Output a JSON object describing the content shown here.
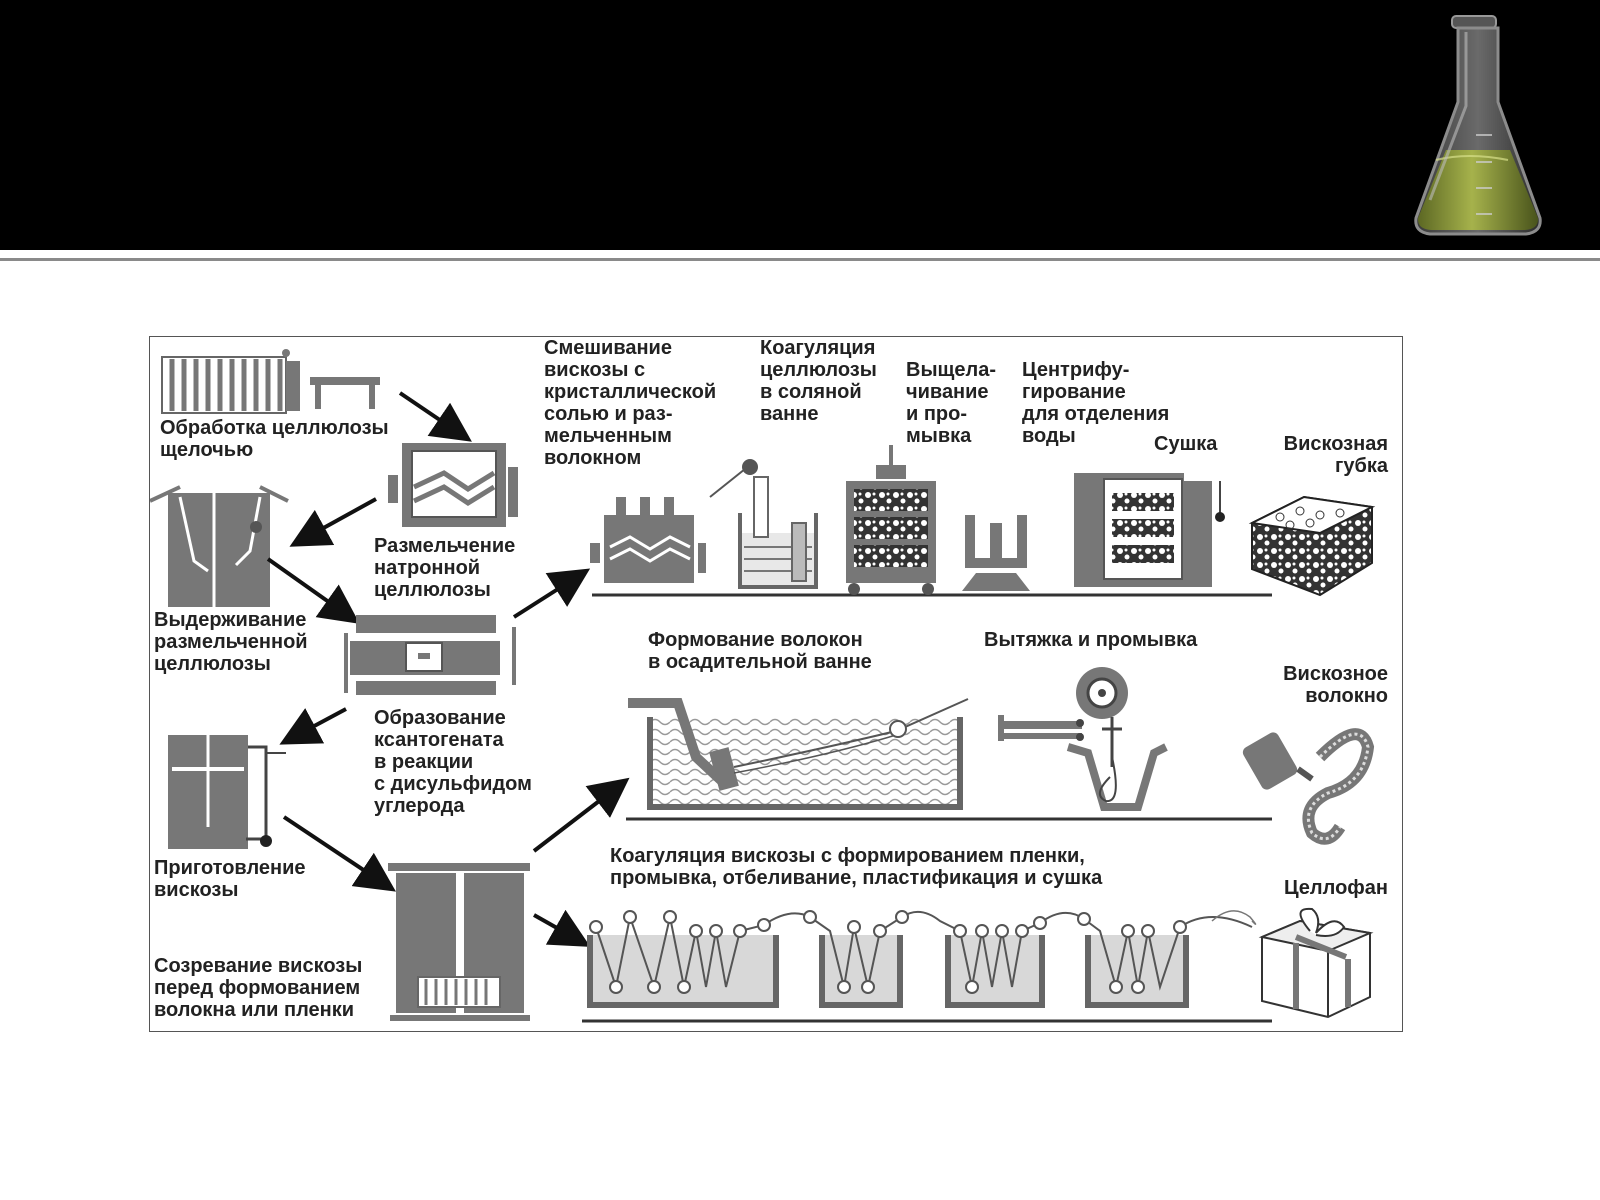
{
  "labels": {
    "alkali": "Обработка целлюлозы\nщелочью",
    "grinding": "Размельчение\nнатронной\nцеллюлозы",
    "aging": "Выдерживание\nразмельченной\nцеллюлозы",
    "xanthate": "Образование\nксантогената\nв реакции\nс дисульфидом\nуглерода",
    "viscose_prep": "Приготовление\nвискозы",
    "ripening": "Созревание вискозы\nперед формованием\nволокна или пленки",
    "mixing": "Смешивание\nвискозы с\nкристаллической\nсолью и раз-\nмельченным\nволокном",
    "coagulation_salt": "Коагуляция\nцеллюлозы\nв соляной\nванне",
    "leaching": "Выщела-\nчивание\nи про-\nмывка",
    "centrifuge": "Центрифу-\nгирование\nдля отделения\nводы",
    "drying": "Сушка",
    "sponge": "Вискозная\nгубка",
    "spinning": "Формование волокон\nв осадительной ванне",
    "stretching": "Вытяжка и промывка",
    "fiber": "Вискозное\nволокно",
    "film": "Коагуляция вискозы с формированием пленки,\nпромывка, отбеливание, пластификация и сушка",
    "cellophane": "Целлофан"
  },
  "colors": {
    "header": "#000000",
    "equipment": "#777777",
    "liquid": "#d8d8d8",
    "flask_liquid": "#9aa640"
  },
  "icons": [
    "erlenmeyer-flask-icon"
  ]
}
